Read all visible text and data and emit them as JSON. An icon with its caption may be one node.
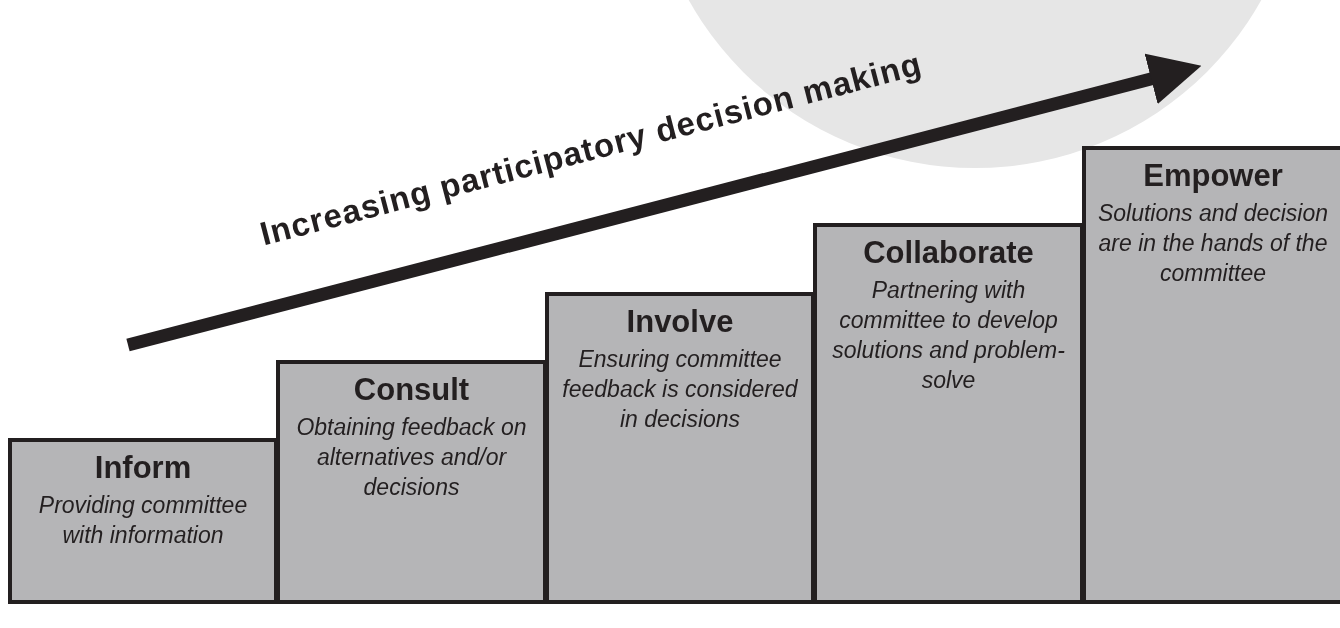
{
  "diagram": {
    "nodes": [
      {
        "text": [
          "Inform",
          "Providing committee with information"
        ]
      },
      {
        "text": [
          "Consult",
          "Obtaining feedback on alternatives and/or decisions"
        ]
      },
      {
        "text": [
          "Involve",
          "Ensuring committee feedback is considered in decisions"
        ]
      },
      {
        "text": [
          "Collaborate",
          "Partnering with committee to develop solutions and problem-solve"
        ]
      },
      {
        "text": [
          "Empower",
          "Solutions and decision are in the hands of the committee"
        ]
      }
    ],
    "labels": [
      "Increasing participatory decision making"
    ]
  }
}
